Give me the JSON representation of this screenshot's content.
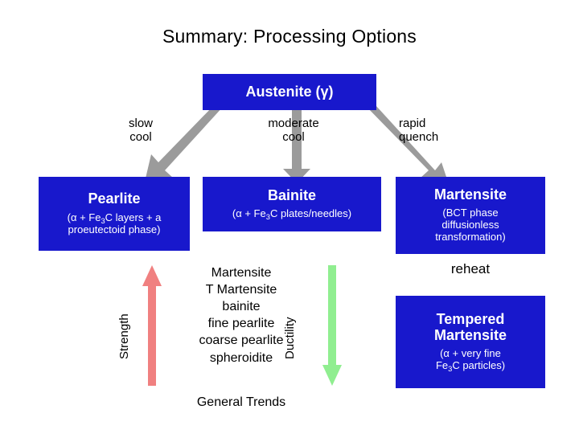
{
  "title": "Summary:  Processing Options",
  "colors": {
    "box_fill": "#1818CC",
    "box_text": "#FFFFFF",
    "gray_arrow": "#9B9B9B",
    "strength_arrow": "#F08080",
    "ductility_arrow": "#90EE90"
  },
  "austenite": {
    "label": "Austenite (γ)"
  },
  "paths": [
    {
      "label": "slow\ncool",
      "line1": "slow",
      "line2": "cool"
    },
    {
      "label": "moderate\ncool",
      "line1": "moderate",
      "line2": "cool"
    },
    {
      "label": "rapid\nquench",
      "line1": "rapid",
      "line2": "quench"
    }
  ],
  "products": [
    {
      "name": "Pearlite",
      "sub_prefix": "(α + Fe",
      "sub_digit": "3",
      "sub_suffix": "C layers + a",
      "sub_line2": "proeutectoid phase)"
    },
    {
      "name": "Bainite",
      "sub_prefix": "(α + Fe",
      "sub_digit": "3",
      "sub_suffix": "C plates/needles)"
    },
    {
      "name": "Martensite",
      "sub_line1": "(BCT phase",
      "sub_line2": "diffusionless",
      "sub_line3": "transformation)"
    }
  ],
  "reheat": {
    "label": "reheat"
  },
  "tempered": {
    "name_line1": "Tempered",
    "name_line2": "Martensite",
    "sub_line1": "(α + very fine",
    "sub_prefix": "Fe",
    "sub_digit": "3",
    "sub_suffix": "C particles)"
  },
  "trends": {
    "strength_label": "Strength",
    "ductility_label": "Ductility",
    "items": [
      "Martensite",
      "T Martensite",
      "bainite",
      "fine pearlite",
      "coarse pearlite",
      "spheroidite"
    ],
    "caption": "General Trends"
  }
}
